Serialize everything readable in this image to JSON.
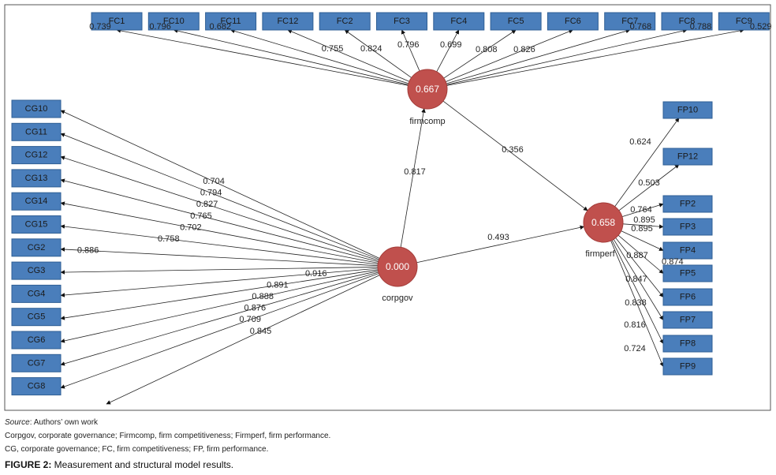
{
  "diagram": {
    "constructs": {
      "firmcomp": {
        "name": "firmcomp",
        "value": "0.667"
      },
      "corpgov": {
        "name": "corpgov",
        "value": "0.000"
      },
      "firmperf": {
        "name": "firmperf",
        "value": "0.658"
      }
    },
    "structural_paths": [
      {
        "from": "corpgov",
        "to": "firmcomp",
        "coef": "0.817"
      },
      {
        "from": "corpgov",
        "to": "firmperf",
        "coef": "0.493"
      },
      {
        "from": "firmcomp",
        "to": "firmperf",
        "coef": "0.356"
      }
    ],
    "fc_indicators": [
      {
        "label": "FC1",
        "loading": "0.739"
      },
      {
        "label": "FC10",
        "loading": "0.796"
      },
      {
        "label": "FC11",
        "loading": "0.682"
      },
      {
        "label": "FC12",
        "loading": "0.755"
      },
      {
        "label": "FC2",
        "loading": "0.824"
      },
      {
        "label": "FC3",
        "loading": "0.796"
      },
      {
        "label": "FC4",
        "loading": "0.699"
      },
      {
        "label": "FC5",
        "loading": "0.808"
      },
      {
        "label": "FC6",
        "loading": "0.826"
      },
      {
        "label": "FC7",
        "loading": "0.768"
      },
      {
        "label": "FC8",
        "loading": "0.788"
      },
      {
        "label": "FC9",
        "loading": "0.529"
      }
    ],
    "cg_indicators": [
      {
        "label": "CG10",
        "loading": "0.704"
      },
      {
        "label": "CG11",
        "loading": "0.794"
      },
      {
        "label": "CG12",
        "loading": "0.827"
      },
      {
        "label": "CG13",
        "loading": "0.765"
      },
      {
        "label": "CG14",
        "loading": "0.702"
      },
      {
        "label": "CG15",
        "loading": "0.758"
      },
      {
        "label": "CG2",
        "loading": "0.886"
      },
      {
        "label": "CG3",
        "loading": "0.874"
      },
      {
        "label": "CG4",
        "loading": "0.916"
      },
      {
        "label": "CG5",
        "loading": "0.891"
      },
      {
        "label": "CG6",
        "loading": "0.888"
      },
      {
        "label": "CG7",
        "loading": "0.876"
      },
      {
        "label": "CG8",
        "loading": "0.709"
      },
      {
        "label": "",
        "loading": "0.845"
      }
    ],
    "fp_indicators": [
      {
        "label": "FP10",
        "loading": "0.624"
      },
      {
        "label": "FP12",
        "loading": "0.503"
      },
      {
        "label": "FP2",
        "loading": "0.764"
      },
      {
        "label": "FP3",
        "loading": "0.895"
      },
      {
        "label": "FP4",
        "loading": "0.895"
      },
      {
        "label": "FP5",
        "loading": "0.887"
      },
      {
        "label": "FP6",
        "loading": "0.847"
      },
      {
        "label": "FP7",
        "loading": "0.838"
      },
      {
        "label": "FP8",
        "loading": "0.816"
      },
      {
        "label": "FP9",
        "loading": "0.724"
      }
    ],
    "colors": {
      "indicator": "#4a7ebb",
      "construct": "#c0504d"
    }
  },
  "captions": {
    "source_label": "Source",
    "source_text": ": Authors’ own work",
    "note1": "Corpgov, corporate governance; Firmcomp, firm competitiveness; Firmperf, firm performance.",
    "note2": "CG, corporate governance; FC, firm competitiveness; FP, firm performance.",
    "figure_label": "FIGURE 2:",
    "figure_title": " Measurement and structural model results."
  }
}
